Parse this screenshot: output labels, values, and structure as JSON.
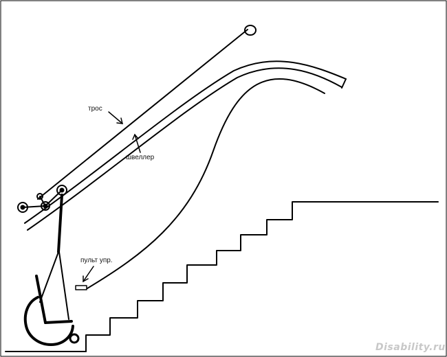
{
  "labels": {
    "cable": "трос",
    "channel": "швеллер",
    "remote": "пульт упр."
  },
  "watermark": "Disability.ru",
  "colors": {
    "line": "#000000",
    "background": "#ffffff",
    "watermark": "#c8c8c8"
  }
}
